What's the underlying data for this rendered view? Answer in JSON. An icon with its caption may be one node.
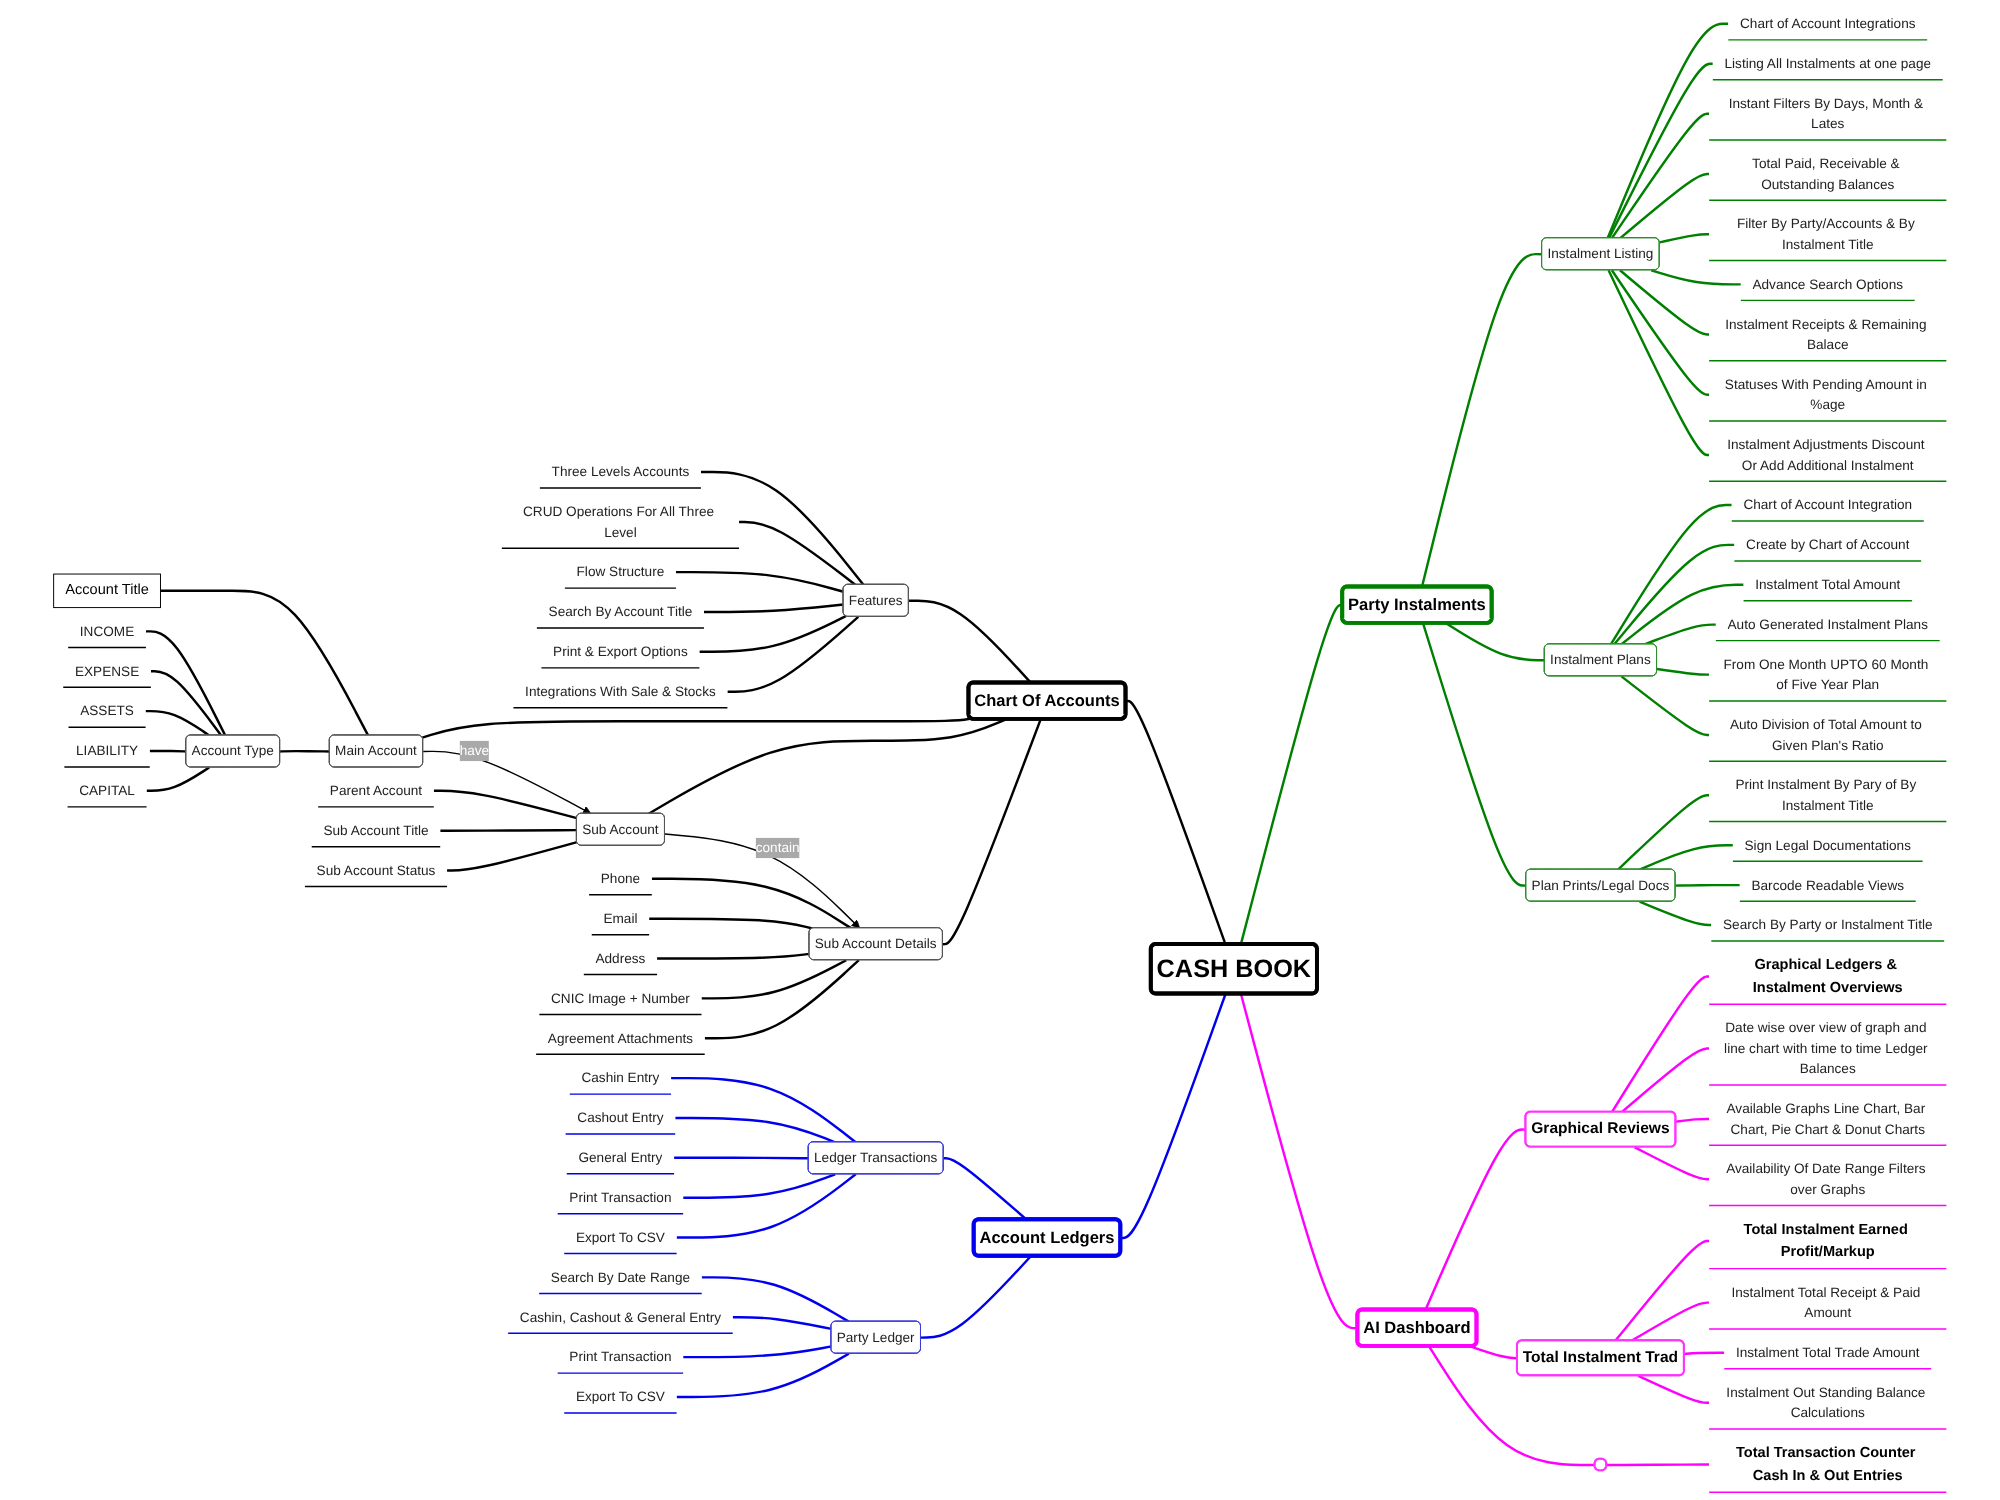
{
  "diagram": {
    "nodes": [
      {
        "text": [
          "CASH BOOK"
        ]
      },
      {
        "text": [
          "Chart Of Accounts"
        ]
      },
      {
        "text": [
          "Features"
        ]
      },
      {
        "text": [
          "Three Levels Accounts"
        ]
      },
      {
        "text": [
          "CRUD Operations For All Three Level"
        ]
      },
      {
        "text": [
          "Flow Structure"
        ]
      },
      {
        "text": [
          "Search By Account Title"
        ]
      },
      {
        "text": [
          "Print & Export Options"
        ]
      },
      {
        "text": [
          "Integrations With Sale & Stocks"
        ]
      },
      {
        "text": [
          "Main Account"
        ]
      },
      {
        "text": [
          "Account Title"
        ]
      },
      {
        "text": [
          "Account Type"
        ]
      },
      {
        "text": [
          "INCOME"
        ]
      },
      {
        "text": [
          "EXPENSE"
        ]
      },
      {
        "text": [
          "ASSETS"
        ]
      },
      {
        "text": [
          "LIABILITY"
        ]
      },
      {
        "text": [
          "CAPITAL"
        ]
      },
      {
        "text": [
          "Sub Account"
        ]
      },
      {
        "text": [
          "Parent Account"
        ]
      },
      {
        "text": [
          "Sub Account Title"
        ]
      },
      {
        "text": [
          "Sub Account Status"
        ]
      },
      {
        "text": [
          "Sub Account Details"
        ]
      },
      {
        "text": [
          "Phone"
        ]
      },
      {
        "text": [
          "Email"
        ]
      },
      {
        "text": [
          "Address"
        ]
      },
      {
        "text": [
          "CNIC Image + Number"
        ]
      },
      {
        "text": [
          "Agreement Attachments"
        ]
      },
      {
        "text": [
          "Account Ledgers"
        ]
      },
      {
        "text": [
          "Ledger Transactions"
        ]
      },
      {
        "text": [
          "Cashin Entry"
        ]
      },
      {
        "text": [
          "Cashout Entry"
        ]
      },
      {
        "text": [
          "General Entry"
        ]
      },
      {
        "text": [
          "Print Transaction"
        ]
      },
      {
        "text": [
          "Export To CSV"
        ]
      },
      {
        "text": [
          "Party Ledger"
        ]
      },
      {
        "text": [
          "Search By Date Range"
        ]
      },
      {
        "text": [
          "Cashin, Cashout & General Entry"
        ]
      },
      {
        "text": [
          "Print Transaction"
        ]
      },
      {
        "text": [
          "Export To CSV"
        ]
      },
      {
        "text": [
          "Party Instalments"
        ]
      },
      {
        "text": [
          "Instalment Listing"
        ]
      },
      {
        "text": [
          "Chart of Account Integrations"
        ]
      },
      {
        "text": [
          "Listing All Instalments at one page"
        ]
      },
      {
        "text": [
          "Instant Filters By Days, Month & Lates"
        ]
      },
      {
        "text": [
          "Total Paid, Receivable & Outstanding Balances"
        ]
      },
      {
        "text": [
          "Filter By Party/Accounts & By Instalment Title"
        ]
      },
      {
        "text": [
          "Advance Search Options"
        ]
      },
      {
        "text": [
          "Instalment Receipts & Remaining Balace"
        ]
      },
      {
        "text": [
          "Statuses With Pending Amount in %age"
        ]
      },
      {
        "text": [
          "Instalment Adjustments Discount Or Add Additional Instalment"
        ]
      },
      {
        "text": [
          "Instalment Plans"
        ]
      },
      {
        "text": [
          "Chart of Account Integration"
        ]
      },
      {
        "text": [
          "Create by Chart of Account"
        ]
      },
      {
        "text": [
          "Instalment Total Amount"
        ]
      },
      {
        "text": [
          "Auto Generated Instalment Plans"
        ]
      },
      {
        "text": [
          "From One Month UPTO 60 Month of Five Year Plan"
        ]
      },
      {
        "text": [
          "Auto Division of Total Amount to Given Plan's Ratio"
        ]
      },
      {
        "text": [
          "Plan Prints/Legal Docs"
        ]
      },
      {
        "text": [
          "Print Instalment By Pary of By Instalment Title"
        ]
      },
      {
        "text": [
          "Sign Legal Documentations"
        ]
      },
      {
        "text": [
          "Barcode Readable Views"
        ]
      },
      {
        "text": [
          "Search By Party or Instalment Title"
        ]
      },
      {
        "text": [
          "AI Dashboard"
        ]
      },
      {
        "text": [
          "Graphical Reviews"
        ]
      },
      {
        "text": [
          "Graphical Ledgers & Instalment Overviews"
        ]
      },
      {
        "text": [
          "Date wise over view of graph and line chart with time to time Ledger Balances"
        ]
      },
      {
        "text": [
          "Available Graphs Line Chart, Bar Chart, Pie Chart & Donut Charts"
        ]
      },
      {
        "text": [
          "Availability Of Date Range Filters over Graphs"
        ]
      },
      {
        "text": [
          "Total Instalment Trad"
        ]
      },
      {
        "text": [
          "Total Instalment Earned Profit/Markup"
        ]
      },
      {
        "text": [
          "Instalment Total Receipt & Paid Amount"
        ]
      },
      {
        "text": [
          "Instalment Total Trade Amount"
        ]
      },
      {
        "text": [
          "Instalment Out Standing Balance Calculations"
        ]
      },
      {
        "text": [],
        "shape": "box"
      },
      {
        "text": [
          "Total Transaction Counter Cash In & Out Entries"
        ]
      }
    ],
    "edges": [
      {
        "from": 0,
        "to": 1,
        "arrow": "none"
      },
      {
        "from": 1,
        "to": 2,
        "arrow": "none"
      },
      {
        "from": 2,
        "to": 3,
        "arrow": "none"
      },
      {
        "from": 2,
        "to": 4,
        "arrow": "none"
      },
      {
        "from": 2,
        "to": 5,
        "arrow": "none"
      },
      {
        "from": 2,
        "to": 6,
        "arrow": "none"
      },
      {
        "from": 2,
        "to": 7,
        "arrow": "none"
      },
      {
        "from": 2,
        "to": 8,
        "arrow": "none"
      },
      {
        "from": 1,
        "to": 9,
        "arrow": "none"
      },
      {
        "from": 9,
        "to": 10,
        "arrow": "none"
      },
      {
        "from": 9,
        "to": 11,
        "arrow": "none"
      },
      {
        "from": 11,
        "to": 12,
        "arrow": "none"
      },
      {
        "from": 11,
        "to": 13,
        "arrow": "none"
      },
      {
        "from": 11,
        "to": 14,
        "arrow": "none"
      },
      {
        "from": 11,
        "to": 15,
        "arrow": "none"
      },
      {
        "from": 11,
        "to": 16,
        "arrow": "none"
      },
      {
        "from": 1,
        "to": 17,
        "arrow": "none"
      },
      {
        "from": 9,
        "to": 17,
        "arrow": "to",
        "label": "have"
      },
      {
        "from": 17,
        "to": 18,
        "arrow": "none"
      },
      {
        "from": 17,
        "to": 19,
        "arrow": "none"
      },
      {
        "from": 17,
        "to": 20,
        "arrow": "none"
      },
      {
        "from": 1,
        "to": 21,
        "arrow": "none"
      },
      {
        "from": 17,
        "to": 21,
        "arrow": "to",
        "label": "contain"
      },
      {
        "from": 21,
        "to": 22,
        "arrow": "none"
      },
      {
        "from": 21,
        "to": 23,
        "arrow": "none"
      },
      {
        "from": 21,
        "to": 24,
        "arrow": "none"
      },
      {
        "from": 21,
        "to": 25,
        "arrow": "none"
      },
      {
        "from": 21,
        "to": 26,
        "arrow": "none"
      },
      {
        "from": 0,
        "to": 27,
        "arrow": "none",
        "color": "#0000ee"
      },
      {
        "from": 27,
        "to": 28,
        "arrow": "none",
        "color": "#0000ee"
      },
      {
        "from": 28,
        "to": 29,
        "arrow": "none",
        "color": "#0000ee"
      },
      {
        "from": 28,
        "to": 30,
        "arrow": "none",
        "color": "#0000ee"
      },
      {
        "from": 28,
        "to": 31,
        "arrow": "none",
        "color": "#0000ee"
      },
      {
        "from": 28,
        "to": 32,
        "arrow": "none",
        "color": "#0000ee"
      },
      {
        "from": 28,
        "to": 33,
        "arrow": "none",
        "color": "#0000ee"
      },
      {
        "from": 27,
        "to": 34,
        "arrow": "none",
        "color": "#0000ee"
      },
      {
        "from": 34,
        "to": 35,
        "arrow": "none",
        "color": "#0000ee"
      },
      {
        "from": 34,
        "to": 36,
        "arrow": "none",
        "color": "#0000ee"
      },
      {
        "from": 34,
        "to": 37,
        "arrow": "none",
        "color": "#0000ee"
      },
      {
        "from": 34,
        "to": 38,
        "arrow": "none",
        "color": "#0000ee"
      },
      {
        "from": 0,
        "to": 39,
        "arrow": "none",
        "color": "#008000"
      },
      {
        "from": 39,
        "to": 40,
        "arrow": "none",
        "color": "#008000"
      },
      {
        "from": 40,
        "to": 41,
        "arrow": "none",
        "color": "#008000"
      },
      {
        "from": 40,
        "to": 42,
        "arrow": "none",
        "color": "#008000"
      },
      {
        "from": 40,
        "to": 43,
        "arrow": "none",
        "color": "#008000"
      },
      {
        "from": 40,
        "to": 44,
        "arrow": "none",
        "color": "#008000"
      },
      {
        "from": 40,
        "to": 45,
        "arrow": "none",
        "color": "#008000"
      },
      {
        "from": 40,
        "to": 46,
        "arrow": "none",
        "color": "#008000"
      },
      {
        "from": 40,
        "to": 47,
        "arrow": "none",
        "color": "#008000"
      },
      {
        "from": 40,
        "to": 48,
        "arrow": "none",
        "color": "#008000"
      },
      {
        "from": 40,
        "to": 49,
        "arrow": "none",
        "color": "#008000"
      },
      {
        "from": 39,
        "to": 50,
        "arrow": "none",
        "color": "#008000"
      },
      {
        "from": 50,
        "to": 51,
        "arrow": "none",
        "color": "#008000"
      },
      {
        "from": 50,
        "to": 52,
        "arrow": "none",
        "color": "#008000"
      },
      {
        "from": 50,
        "to": 53,
        "arrow": "none",
        "color": "#008000"
      },
      {
        "from": 50,
        "to": 54,
        "arrow": "none",
        "color": "#008000"
      },
      {
        "from": 50,
        "to": 55,
        "arrow": "none",
        "color": "#008000"
      },
      {
        "from": 50,
        "to": 56,
        "arrow": "none",
        "color": "#008000"
      },
      {
        "from": 39,
        "to": 57,
        "arrow": "none",
        "color": "#008000"
      },
      {
        "from": 57,
        "to": 58,
        "arrow": "none",
        "color": "#008000"
      },
      {
        "from": 57,
        "to": 59,
        "arrow": "none",
        "color": "#008000"
      },
      {
        "from": 57,
        "to": 60,
        "arrow": "none",
        "color": "#008000"
      },
      {
        "from": 57,
        "to": 61,
        "arrow": "none",
        "color": "#008000"
      },
      {
        "from": 0,
        "to": 62,
        "arrow": "none",
        "color": "#ff00ff"
      },
      {
        "from": 62,
        "to": 63,
        "arrow": "none",
        "color": "#ff00ff"
      },
      {
        "from": 63,
        "to": 64,
        "arrow": "none",
        "color": "#ff00ff"
      },
      {
        "from": 63,
        "to": 65,
        "arrow": "none",
        "color": "#ff00ff"
      },
      {
        "from": 63,
        "to": 66,
        "arrow": "none",
        "color": "#ff00ff"
      },
      {
        "from": 63,
        "to": 67,
        "arrow": "none",
        "color": "#ff00ff"
      },
      {
        "from": 62,
        "to": 68,
        "arrow": "none",
        "color": "#ff00ff"
      },
      {
        "from": 68,
        "to": 69,
        "arrow": "none",
        "color": "#ff00ff"
      },
      {
        "from": 68,
        "to": 70,
        "arrow": "none",
        "color": "#ff00ff"
      },
      {
        "from": 68,
        "to": 71,
        "arrow": "none",
        "color": "#ff00ff"
      },
      {
        "from": 68,
        "to": 72,
        "arrow": "none",
        "color": "#ff00ff"
      },
      {
        "from": 62,
        "to": 73,
        "arrow": "none",
        "color": "#ff00ff"
      },
      {
        "from": 73,
        "to": 74,
        "arrow": "none",
        "color": "#ff00ff"
      }
    ]
  }
}
